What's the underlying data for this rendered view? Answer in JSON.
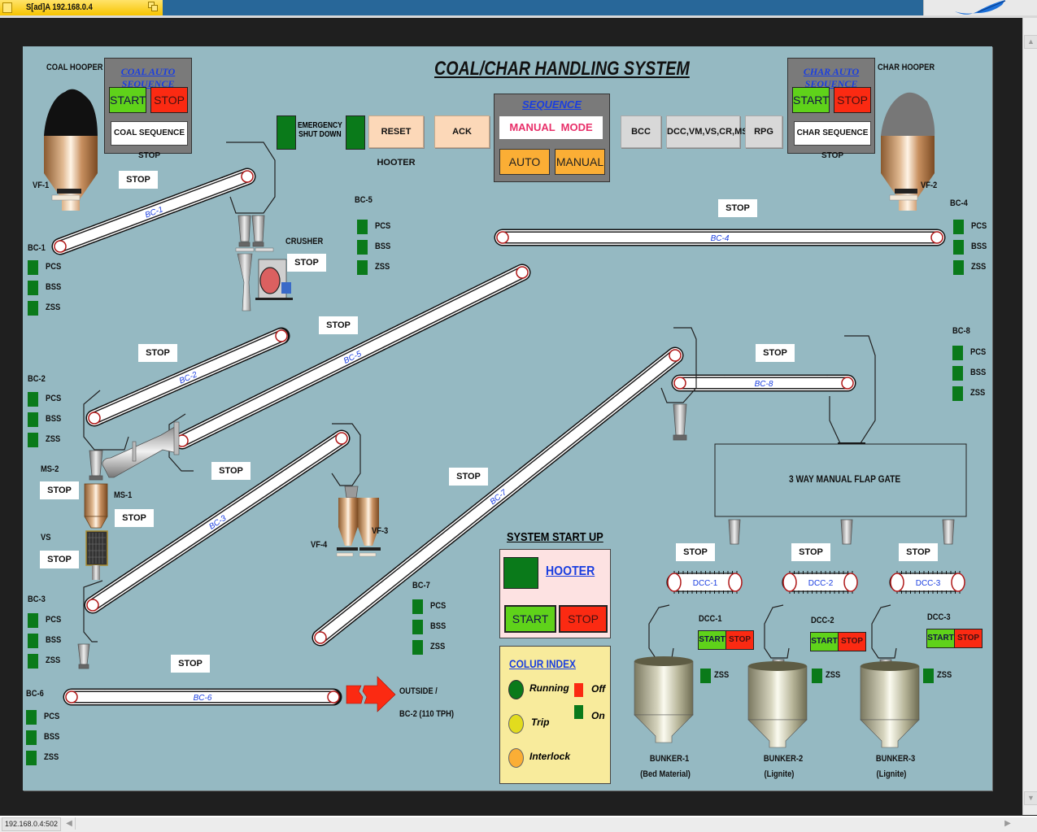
{
  "window": {
    "tab_title": "S[ad]A 192.168.0.4",
    "status_address": "192.168.0.4:502"
  },
  "colors": {
    "panel_bg": "#95b9c2",
    "running": "#0a7a1a",
    "trip": "#e2dc1e",
    "interlock": "#fbae35",
    "off": "#fb2a12",
    "on": "#0a7a1a",
    "start_green": "#5fd21a",
    "stop_red": "#fb2a12"
  },
  "title": "COAL/CHAR HANDLING SYSTEM",
  "coal_hopper": {
    "label": "COAL HOOPER",
    "feeder": "VF-1",
    "sequence_title": "COAL AUTO SEQUENCE",
    "start": "START",
    "stop": "STOP",
    "sequence_stop": "COAL SEQUENCE STOP"
  },
  "char_hopper": {
    "label": "CHAR HOOPER",
    "feeder": "VF-2",
    "sequence_title": "CHAR AUTO SEQUENCE",
    "start": "START",
    "stop": "STOP",
    "sequence_stop": "CHAR SEQUENCE STOP"
  },
  "toolbar": {
    "emergency_shutdown": "EMERGENCY\nSHUT DOWN",
    "emergency_line1": "EMERGENCY",
    "emergency_line2": "SHUT DOWN",
    "reset_hooter": "RESET HOOTER",
    "ack": "ACK",
    "bcc": "BCC",
    "dcc_group": "DCC,VM,VS,CR,MS",
    "rpg": "RPG"
  },
  "sequence": {
    "title": "SEQUENCE",
    "mode": "MANUAL  MODE",
    "auto": "AUTO",
    "manual": "MANUAL"
  },
  "status_names": [
    "PCS",
    "BSS",
    "ZSS"
  ],
  "conveyors": [
    {
      "id": "BC-1",
      "belt_label": "BC-1",
      "state": "STOP"
    },
    {
      "id": "BC-2",
      "belt_label": "BC-2",
      "state": "STOP"
    },
    {
      "id": "BC-3",
      "belt_label": "BC-3",
      "state": "STOP"
    },
    {
      "id": "BC-4",
      "belt_label": "BC-4",
      "state": "STOP"
    },
    {
      "id": "BC-5",
      "belt_label": "BC-5",
      "state": "STOP"
    },
    {
      "id": "BC-6",
      "belt_label": "BC-6",
      "state": "STOP"
    },
    {
      "id": "BC-7",
      "belt_label": "BC-7",
      "state": "STOP"
    },
    {
      "id": "BC-8",
      "belt_label": "BC-8",
      "state": "STOP"
    }
  ],
  "equipment": {
    "crusher": {
      "label": "CRUSHER",
      "state": "STOP"
    },
    "ms2": {
      "label": "MS-2",
      "state": "STOP"
    },
    "ms1": {
      "label": "MS-1",
      "state": "STOP"
    },
    "vs": {
      "label": "VS",
      "state": "STOP"
    },
    "vf3": "VF-3",
    "vf4": "VF-4",
    "flap_gate": "3 WAY MANUAL FLAP GATE",
    "outside_line1": "OUTSIDE /",
    "outside_line2": "BC-2 (110 TPH)"
  },
  "dcc": [
    {
      "id": "DCC-1",
      "belt_label": "DCC-1",
      "state": "STOP",
      "start": "START",
      "stop": "STOP",
      "zss": "ZSS",
      "bunker": "BUNKER-1",
      "bunker_sub": "(Bed Material)"
    },
    {
      "id": "DCC-2",
      "belt_label": "DCC-2",
      "state": "STOP",
      "start": "START",
      "stop": "STOP",
      "zss": "ZSS",
      "bunker": "BUNKER-2",
      "bunker_sub": "(Lignite)"
    },
    {
      "id": "DCC-3",
      "belt_label": "DCC-3",
      "state": "STOP",
      "start": "START",
      "stop": "STOP",
      "zss": "ZSS",
      "bunker": "BUNKER-3",
      "bunker_sub": "(Lignite)"
    }
  ],
  "startup": {
    "title": "SYSTEM START UP",
    "hooter": "HOOTER",
    "start": "START",
    "stop": "STOP"
  },
  "colour_index": {
    "title": "COLUR INDEX",
    "running": "Running",
    "trip": "Trip",
    "interlock": "Interlock",
    "off": "Off",
    "on": "On"
  }
}
